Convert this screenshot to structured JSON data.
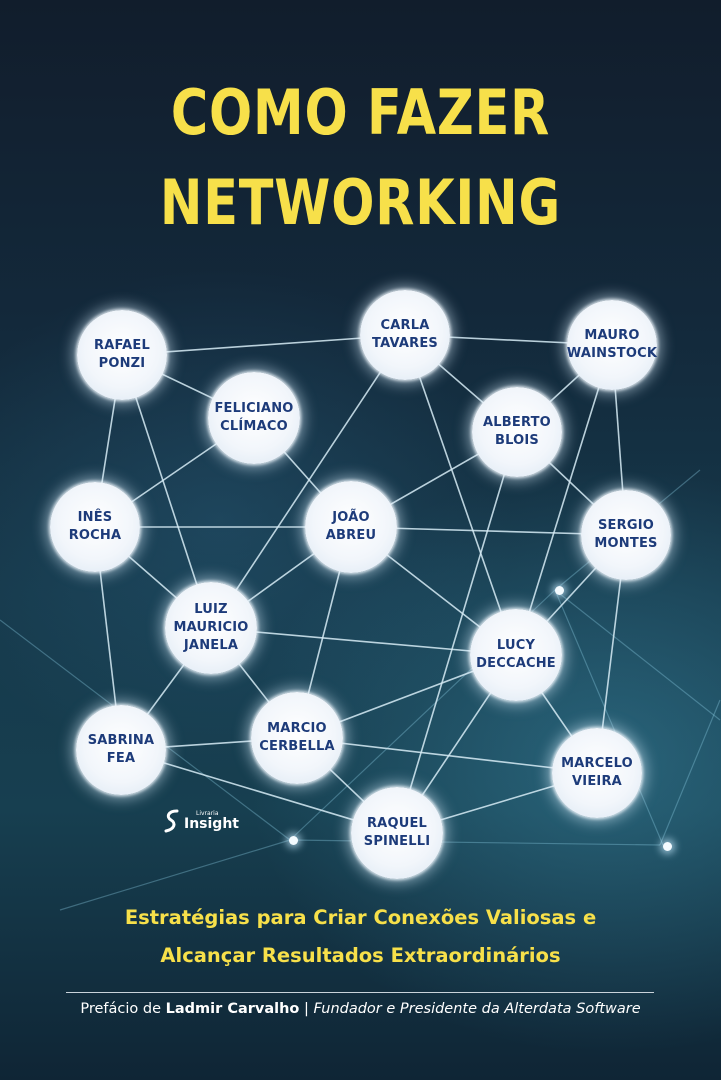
{
  "cover": {
    "title_line1": "COMO FAZER",
    "title_line2": "NETWORKING",
    "subtitle_line1": "Estratégias para Criar Conexões Valiosas e",
    "subtitle_line2": "Alcançar Resultados Extraordinários",
    "preface_prefix": "Prefácio de",
    "preface_author": "Ladmir Carvalho",
    "preface_separator": "|",
    "preface_role": "Fundador e Presidente da Alterdata Software"
  },
  "publisher": {
    "small": "Livraria",
    "name": "Insight",
    "logo_icon": "swirl-s-logo-icon"
  },
  "colors": {
    "title": "#f7e04a",
    "node_text": "#1d3b7a",
    "node_fill": "#f2f6fb",
    "lines": "#d7ecf6",
    "background": "#16394b"
  },
  "nodes": [
    {
      "id": "rafael",
      "name": "RAFAEL\nPONZI"
    },
    {
      "id": "carla",
      "name": "CARLA\nTAVARES"
    },
    {
      "id": "mauro",
      "name": "MAURO\nWAINSTOCK"
    },
    {
      "id": "feliciano",
      "name": "FELICIANO\nCLÍMACO"
    },
    {
      "id": "alberto",
      "name": "ALBERTO\nBLOIS"
    },
    {
      "id": "ines",
      "name": "INÊS\nROCHA"
    },
    {
      "id": "joao",
      "name": "JOÃO\nABREU"
    },
    {
      "id": "sergio",
      "name": "SERGIO\nMONTES"
    },
    {
      "id": "luiz",
      "name": "LUIZ\nMAURICIO\nJANELA"
    },
    {
      "id": "lucy",
      "name": "LUCY\nDECCACHE"
    },
    {
      "id": "sabrina",
      "name": "SABRINA\nFEA"
    },
    {
      "id": "marcio",
      "name": "MARCIO\nCERBELLA"
    },
    {
      "id": "marcelo",
      "name": "MARCELO\nVIEIRA"
    },
    {
      "id": "raquel",
      "name": "RAQUEL\nSPINELLI"
    }
  ],
  "edges": [
    [
      "rafael",
      "carla"
    ],
    [
      "carla",
      "mauro"
    ],
    [
      "rafael",
      "feliciano"
    ],
    [
      "carla",
      "alberto"
    ],
    [
      "mauro",
      "alberto"
    ],
    [
      "mauro",
      "sergio"
    ],
    [
      "rafael",
      "ines"
    ],
    [
      "rafael",
      "luiz"
    ],
    [
      "feliciano",
      "ines"
    ],
    [
      "feliciano",
      "joao"
    ],
    [
      "carla",
      "luiz"
    ],
    [
      "alberto",
      "sergio"
    ],
    [
      "alberto",
      "joao"
    ],
    [
      "ines",
      "joao"
    ],
    [
      "joao",
      "sergio"
    ],
    [
      "ines",
      "luiz"
    ],
    [
      "luiz",
      "joao"
    ],
    [
      "joao",
      "lucy"
    ],
    [
      "mauro",
      "lucy"
    ],
    [
      "alberto",
      "raquel"
    ],
    [
      "sergio",
      "lucy"
    ],
    [
      "ines",
      "sabrina"
    ],
    [
      "luiz",
      "sabrina"
    ],
    [
      "luiz",
      "marcio"
    ],
    [
      "luiz",
      "lucy"
    ],
    [
      "lucy",
      "marcio"
    ],
    [
      "lucy",
      "marcelo"
    ],
    [
      "sergio",
      "marcelo"
    ],
    [
      "sabrina",
      "marcio"
    ],
    [
      "marcio",
      "joao"
    ],
    [
      "marcio",
      "raquel"
    ],
    [
      "marcio",
      "marcelo"
    ],
    [
      "raquel",
      "marcelo"
    ],
    [
      "lucy",
      "raquel"
    ],
    [
      "sabrina",
      "raquel"
    ],
    [
      "carla",
      "lucy"
    ]
  ]
}
